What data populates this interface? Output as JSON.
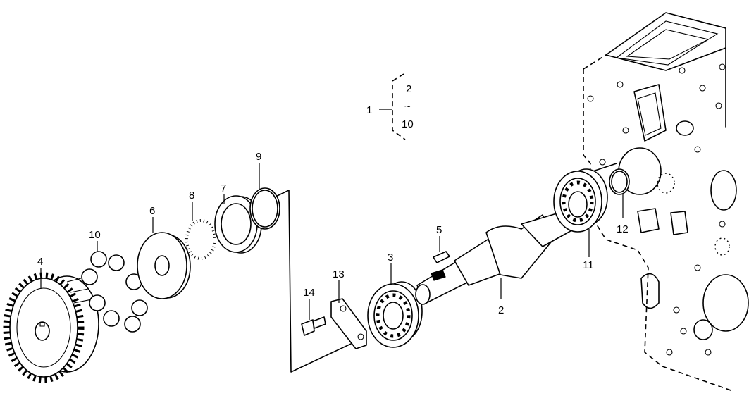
{
  "callouts": {
    "c1": "1",
    "c2a": "2",
    "c10a": "10",
    "c2": "2",
    "c3": "3",
    "c4": "4",
    "c5": "5",
    "c6": "6",
    "c7": "7",
    "c8": "8",
    "c9": "9",
    "c10": "10",
    "c11": "11",
    "c12": "12",
    "c13": "13",
    "c14": "14"
  },
  "range_symbol": "~"
}
